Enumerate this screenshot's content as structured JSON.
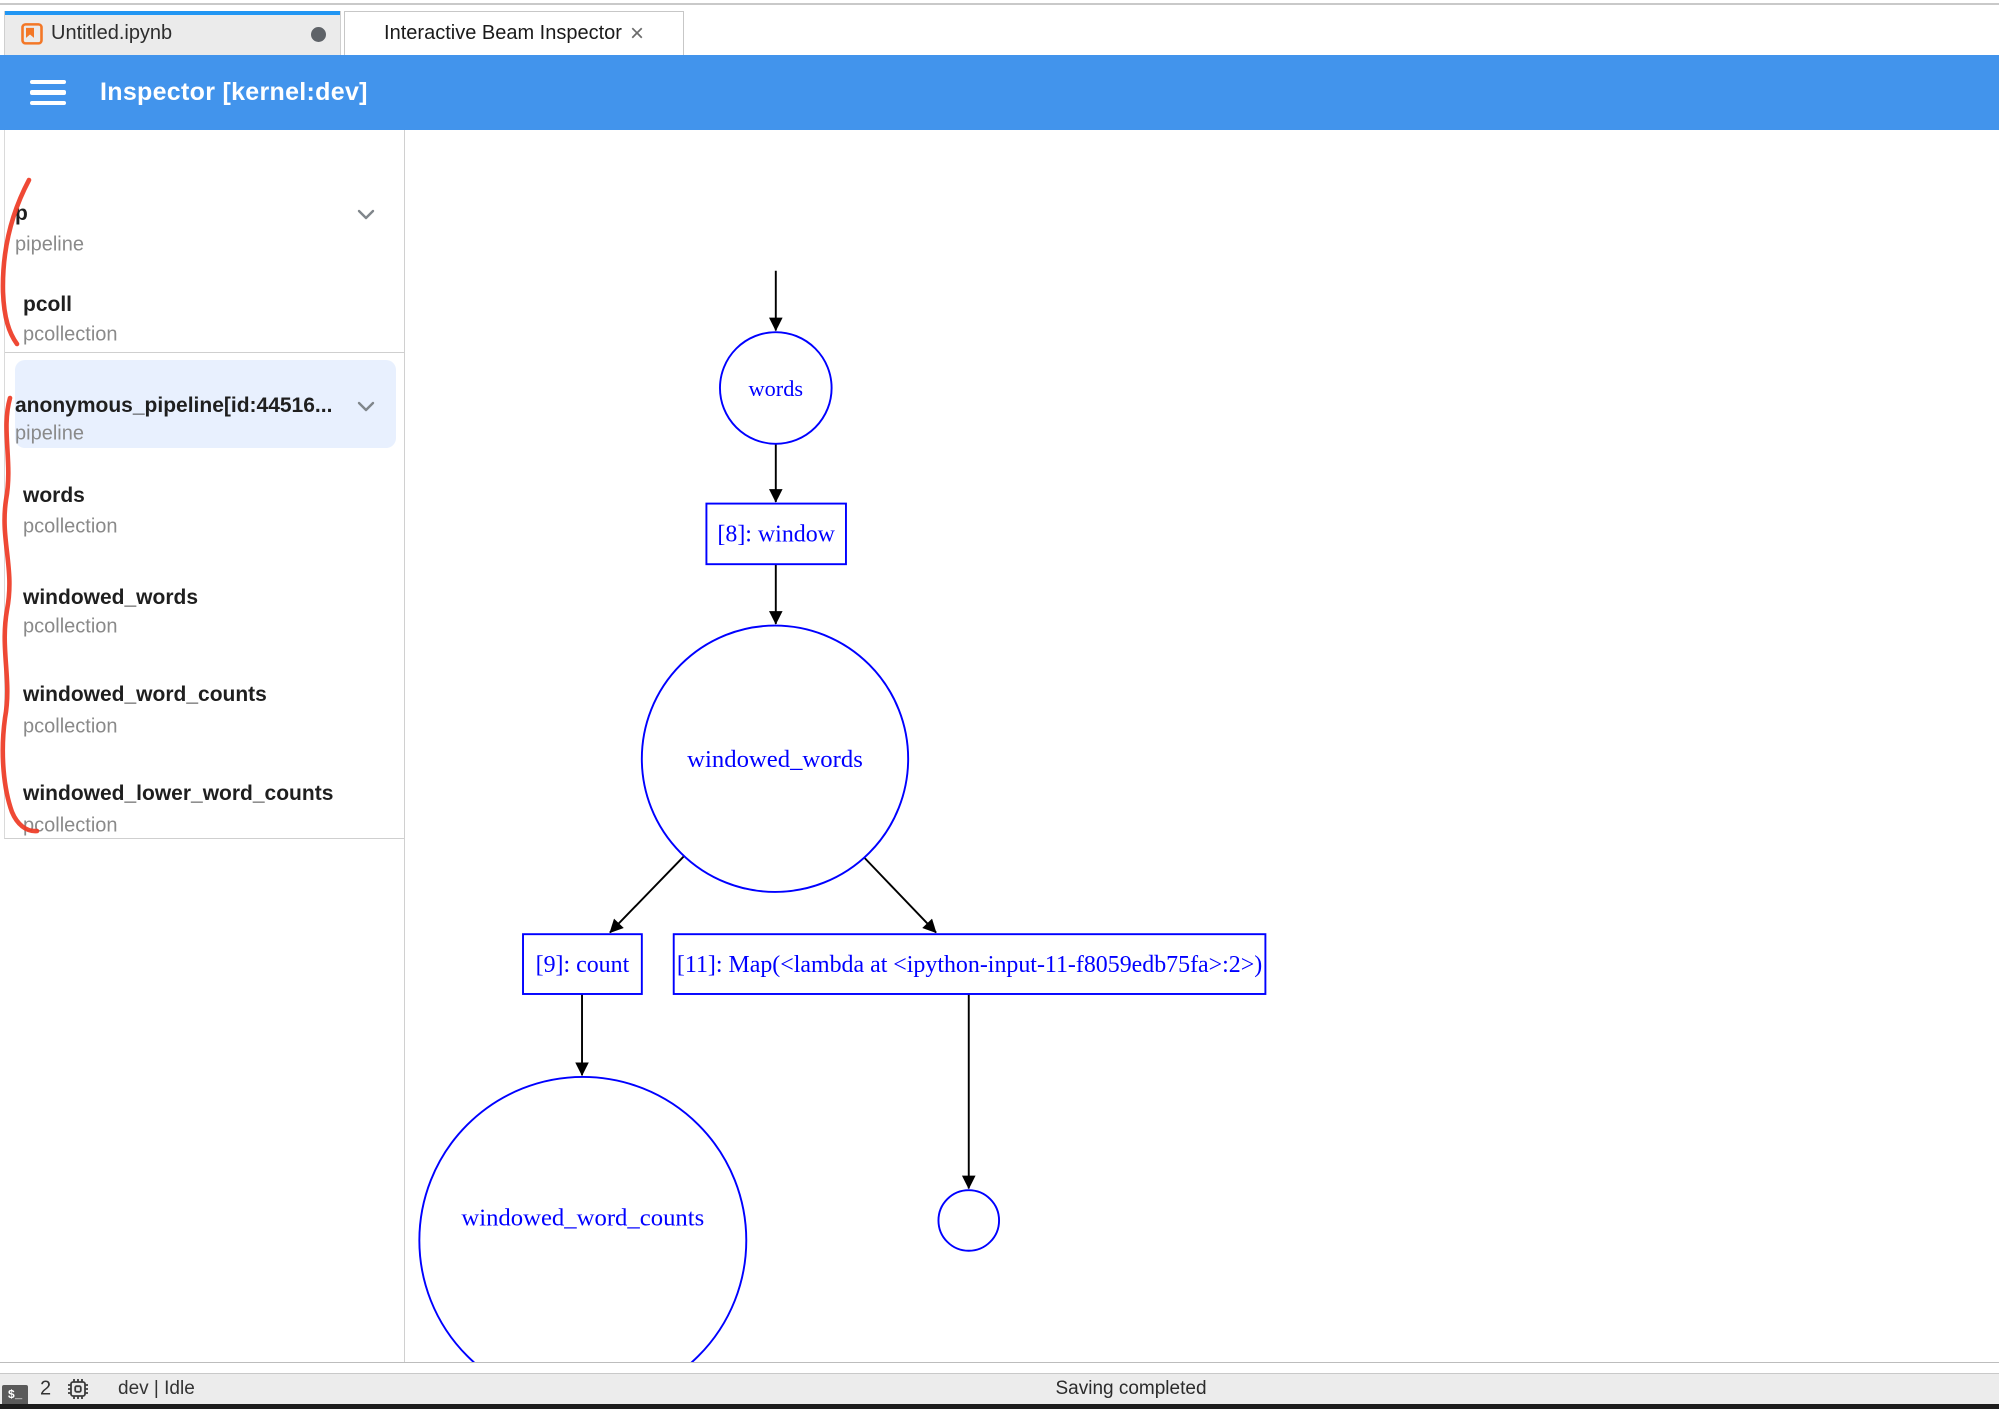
{
  "tabs": [
    {
      "label": "Untitled.ipynb",
      "icon": "notebook-icon",
      "dirty": true
    },
    {
      "label": "Interactive Beam Inspector",
      "close_icon": "×"
    }
  ],
  "appbar": {
    "title": "Inspector [kernel:dev]",
    "menu_icon": "hamburger-icon"
  },
  "sidebar": {
    "sections": [
      {
        "name": "p",
        "type": "pipeline",
        "expanded": true,
        "selected": false,
        "children": [
          {
            "name": "pcoll",
            "type": "pcollection"
          }
        ]
      },
      {
        "name": "anonymous_pipeline[id:44516...",
        "type": "pipeline",
        "expanded": true,
        "selected": true,
        "children": [
          {
            "name": "words",
            "type": "pcollection"
          },
          {
            "name": "windowed_words",
            "type": "pcollection"
          },
          {
            "name": "windowed_word_counts",
            "type": "pcollection"
          },
          {
            "name": "windowed_lower_word_counts",
            "type": "pcollection"
          }
        ]
      }
    ]
  },
  "graph": {
    "nodes": [
      {
        "id": "words",
        "label": "words",
        "shape": "circle"
      },
      {
        "id": "window_transform",
        "label": "[8]: window",
        "shape": "rect"
      },
      {
        "id": "windowed_words",
        "label": "windowed_words",
        "shape": "circle"
      },
      {
        "id": "count_transform",
        "label": "[9]: count",
        "shape": "rect"
      },
      {
        "id": "map_transform",
        "label": "[11]: Map(<lambda at <ipython-input-11-f8059edb75fa>:2>)",
        "shape": "rect"
      },
      {
        "id": "windowed_word_counts",
        "label": "windowed_word_counts",
        "shape": "circle"
      },
      {
        "id": "output_pcoll",
        "label": "",
        "shape": "circle"
      }
    ],
    "edges": [
      {
        "from": "external",
        "to": "words"
      },
      {
        "from": "words",
        "to": "window_transform"
      },
      {
        "from": "window_transform",
        "to": "windowed_words"
      },
      {
        "from": "windowed_words",
        "to": "count_transform"
      },
      {
        "from": "windowed_words",
        "to": "map_transform"
      },
      {
        "from": "count_transform",
        "to": "windowed_word_counts"
      },
      {
        "from": "map_transform",
        "to": "output_pcoll"
      }
    ]
  },
  "statusbar": {
    "terminal_icon_label": "$_",
    "terminal_count": "2",
    "kernel_status": "dev | Idle",
    "message": "Saving completed"
  },
  "colors": {
    "appbar_blue": "#4294ec",
    "tab_accent_blue": "#2196f3",
    "graph_blue": "#0000ff",
    "annotation_red": "#ee3a24",
    "selected_item_bg": "#e8f0fe"
  }
}
